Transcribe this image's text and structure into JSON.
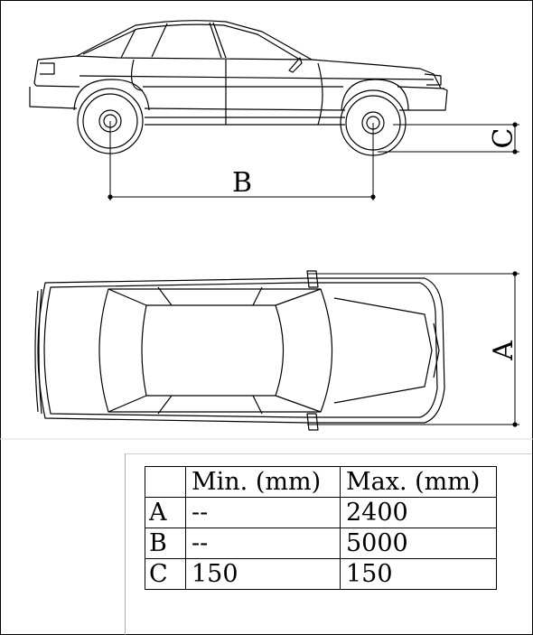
{
  "dimension_labels": {
    "a": "A",
    "b": "B",
    "c": "C"
  },
  "spec_table": {
    "header": {
      "key": "",
      "min": "Min. (mm)",
      "max": "Max. (mm)"
    },
    "rows": [
      {
        "key": "A",
        "min": "--",
        "max": "2400"
      },
      {
        "key": "B",
        "min": "--",
        "max": "5000"
      },
      {
        "key": "C",
        "min": "150",
        "max": "150"
      }
    ]
  }
}
